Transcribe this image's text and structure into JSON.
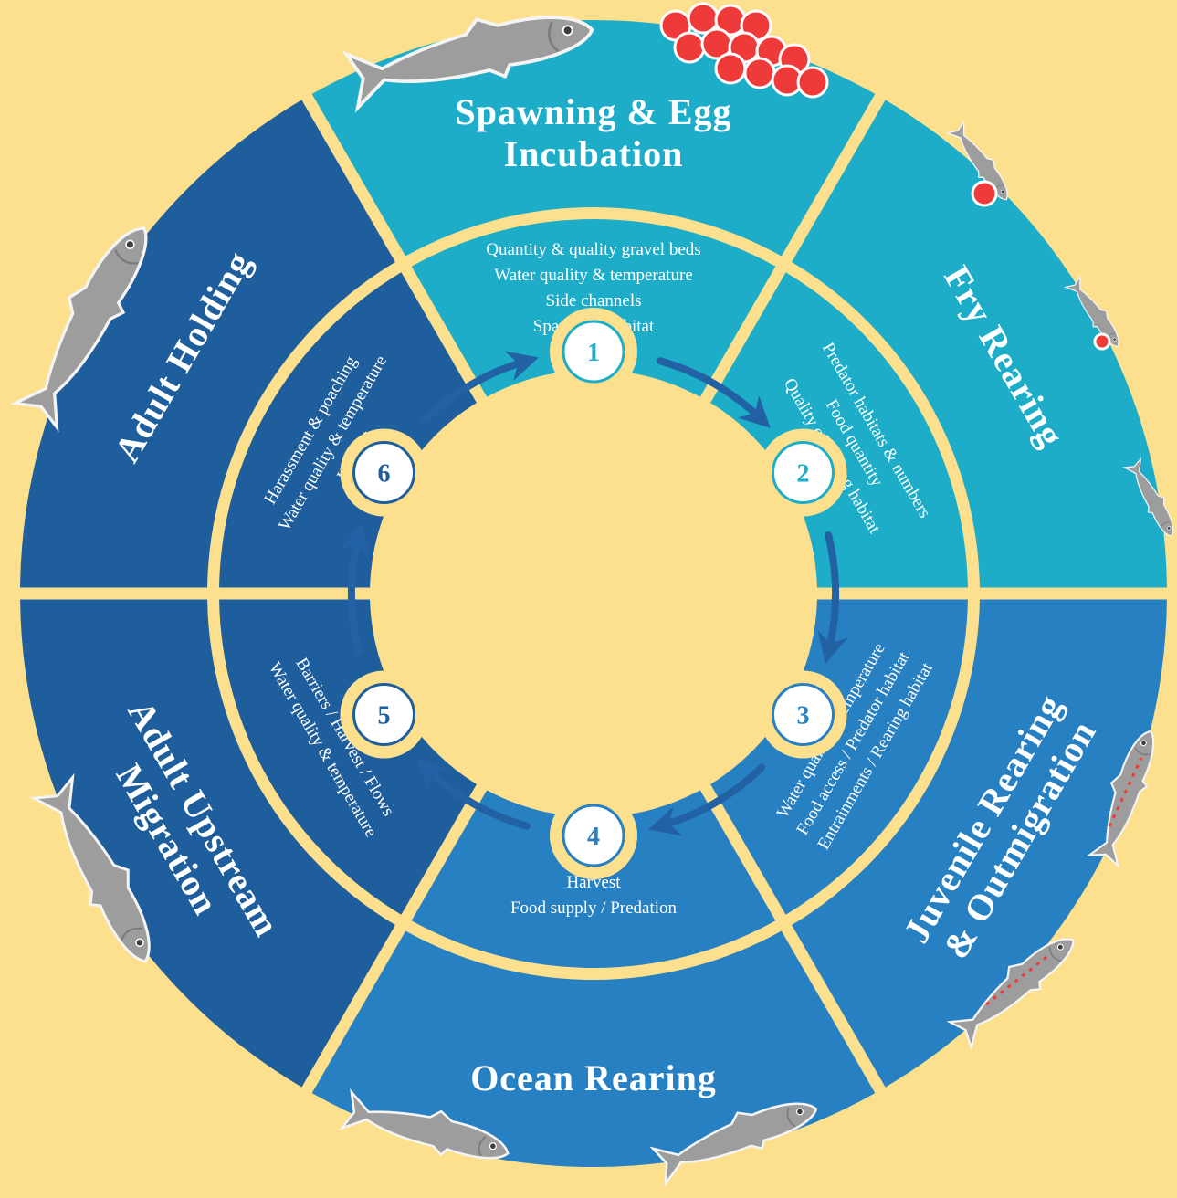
{
  "diagram": {
    "colors": {
      "background": "#fce08e",
      "teal": "#1eadc8",
      "light_blue": "#2780c2",
      "dark_blue": "#1f5e9c",
      "arrow": "#2161a4",
      "egg_red": "#ef3a3a",
      "fish_gray": "#9d9d9d"
    },
    "stages": [
      {
        "number": "1",
        "title_lines": [
          "Spawning & Egg",
          "Incubation"
        ],
        "factors": [
          "Quantity & quality gravel beds",
          "Water quality & temperature",
          "Side channels",
          "Spawning habitat"
        ],
        "color": "teal",
        "fish_icon": "salmon-with-eggs-icon"
      },
      {
        "number": "2",
        "title_lines": [
          "Fry Rearing"
        ],
        "factors": [
          "Predator habitats & numbers",
          "Food quantity",
          "Quality of rearing habitat"
        ],
        "color": "teal",
        "fish_icon": "fry-icon"
      },
      {
        "number": "3",
        "title_lines": [
          "Juvenile Rearing",
          "& Outmigration"
        ],
        "factors": [
          "Water quality & temperature",
          "Food access / Predator habitat",
          "Entrainments / Rearing habitat"
        ],
        "color": "light_blue",
        "fish_icon": "juvenile-salmon-icon"
      },
      {
        "number": "4",
        "title_lines": [
          "Ocean Rearing"
        ],
        "factors": [
          "Harvest",
          "Food supply / Predation"
        ],
        "color": "light_blue",
        "fish_icon": "ocean-salmon-icon"
      },
      {
        "number": "5",
        "title_lines": [
          "Adult Upstream",
          "Migration"
        ],
        "factors": [
          "Barriers / Harvest / Flows",
          "Water quality & temperature"
        ],
        "color": "dark_blue",
        "fish_icon": "migrating-salmon-icon"
      },
      {
        "number": "6",
        "title_lines": [
          "Adult Holding"
        ],
        "factors": [
          "Harassment & poaching",
          "Water quality & temperature",
          "Harvest"
        ],
        "color": "dark_blue",
        "fish_icon": "holding-salmon-icon"
      }
    ]
  }
}
